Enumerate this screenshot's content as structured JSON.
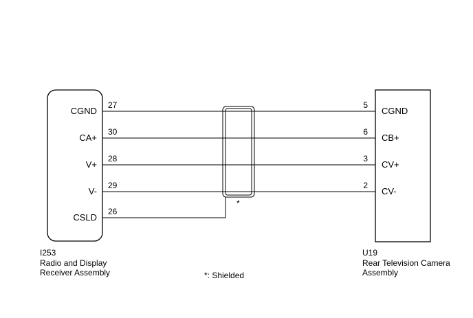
{
  "left_component": {
    "code": "I253",
    "name_line1": "Radio and Display",
    "name_line2": "Receiver Assembly",
    "pins": [
      {
        "label": "CGND",
        "number": "27"
      },
      {
        "label": "CA+",
        "number": "30"
      },
      {
        "label": "V+",
        "number": "28"
      },
      {
        "label": "V-",
        "number": "29"
      },
      {
        "label": "CSLD",
        "number": "26"
      }
    ]
  },
  "right_component": {
    "code": "U19",
    "name_line1": "Rear Television Camera",
    "name_line2": "Assembly",
    "pins": [
      {
        "label": "CGND",
        "number": "5"
      },
      {
        "label": "CB+",
        "number": "6"
      },
      {
        "label": "CV+",
        "number": "3"
      },
      {
        "label": "CV-",
        "number": "2"
      }
    ]
  },
  "shield": {
    "marker": "*",
    "note": "*: Shielded"
  }
}
